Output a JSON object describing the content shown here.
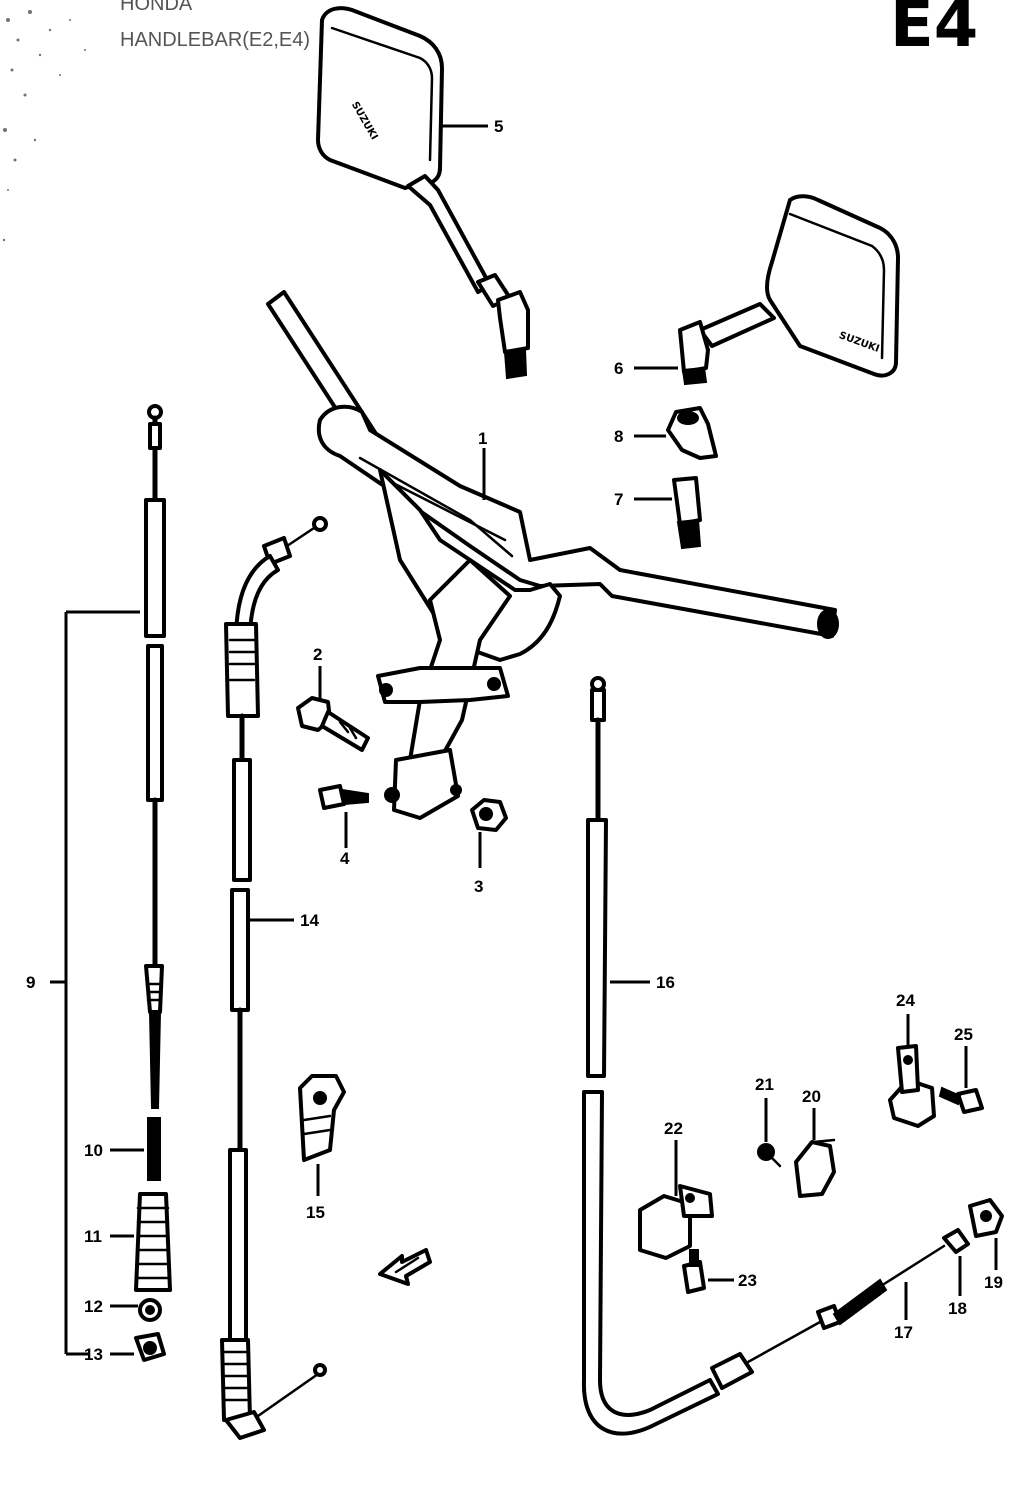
{
  "header": {
    "page_code": "E4",
    "faded_title": "HANDLEBAR(E2,E4)",
    "faded_top": "HONDA"
  },
  "callouts": {
    "p1": "1",
    "p2": "2",
    "p3": "3",
    "p4": "4",
    "p5": "5",
    "p6": "6",
    "p7": "7",
    "p8": "8",
    "p9": "9",
    "p10": "10",
    "p11": "11",
    "p12": "12",
    "p13": "13",
    "p14": "14",
    "p15": "15",
    "p16": "16",
    "p17": "17",
    "p18": "18",
    "p19": "19",
    "p20": "20",
    "p21": "21",
    "p22": "22",
    "p23": "23",
    "p24": "24",
    "p25": "25"
  },
  "mirror_brand_text": "SUZUKI",
  "colors": {
    "ink": "#000000",
    "paper": "#ffffff"
  }
}
